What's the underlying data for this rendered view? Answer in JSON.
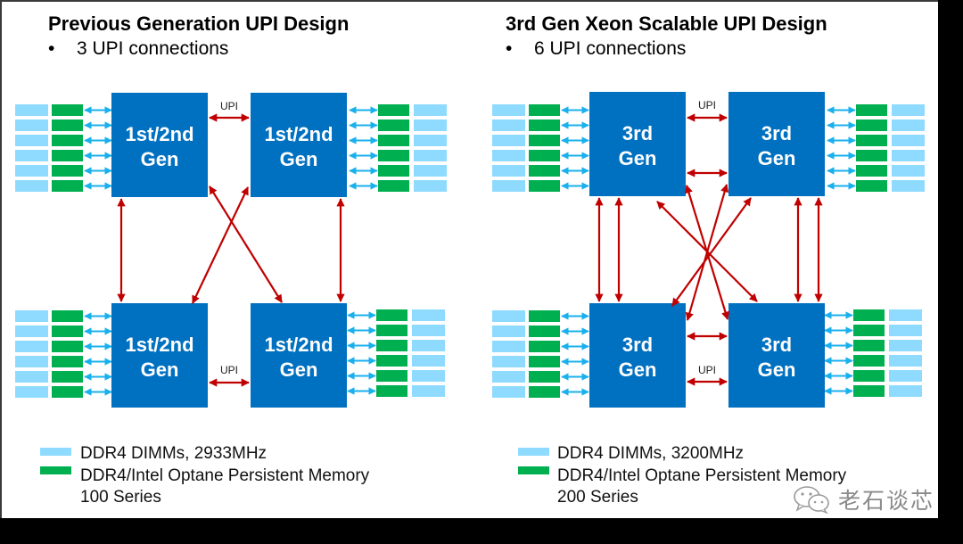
{
  "left_panel": {
    "title": "Previous Generation UPI Design",
    "bullet": "3 UPI connections",
    "chip_label_line1": "1st/2nd",
    "chip_label_line2": "Gen",
    "upi_label": "UPI",
    "legend": [
      {
        "label": "DDR4 DIMMs, 2933MHz",
        "color": "#8FDBFF"
      },
      {
        "label": "DDR4/Intel Optane Persistent Memory",
        "label_line2": "100 Series",
        "color": "#00B050"
      }
    ]
  },
  "right_panel": {
    "title": "3rd Gen Xeon Scalable UPI Design",
    "bullet": "6 UPI connections",
    "chip_label_line1": "3rd",
    "chip_label_line2": "Gen",
    "upi_label": "UPI",
    "legend": [
      {
        "label": "DDR4 DIMMs, 3200MHz",
        "color": "#8FDBFF"
      },
      {
        "label": "DDR4/Intel Optane Persistent Memory",
        "label_line2": "200 Series",
        "color": "#00B050"
      }
    ]
  },
  "bullet_glyph": "•",
  "colors": {
    "chip": "#0070C0",
    "upi_arrow": "#C00000",
    "memory_arrow": "#1AB0EE",
    "dimm": "#8FDBFF",
    "optane": "#00B050"
  },
  "watermark": {
    "icon": "wechat-icon",
    "text": "老石谈芯"
  }
}
